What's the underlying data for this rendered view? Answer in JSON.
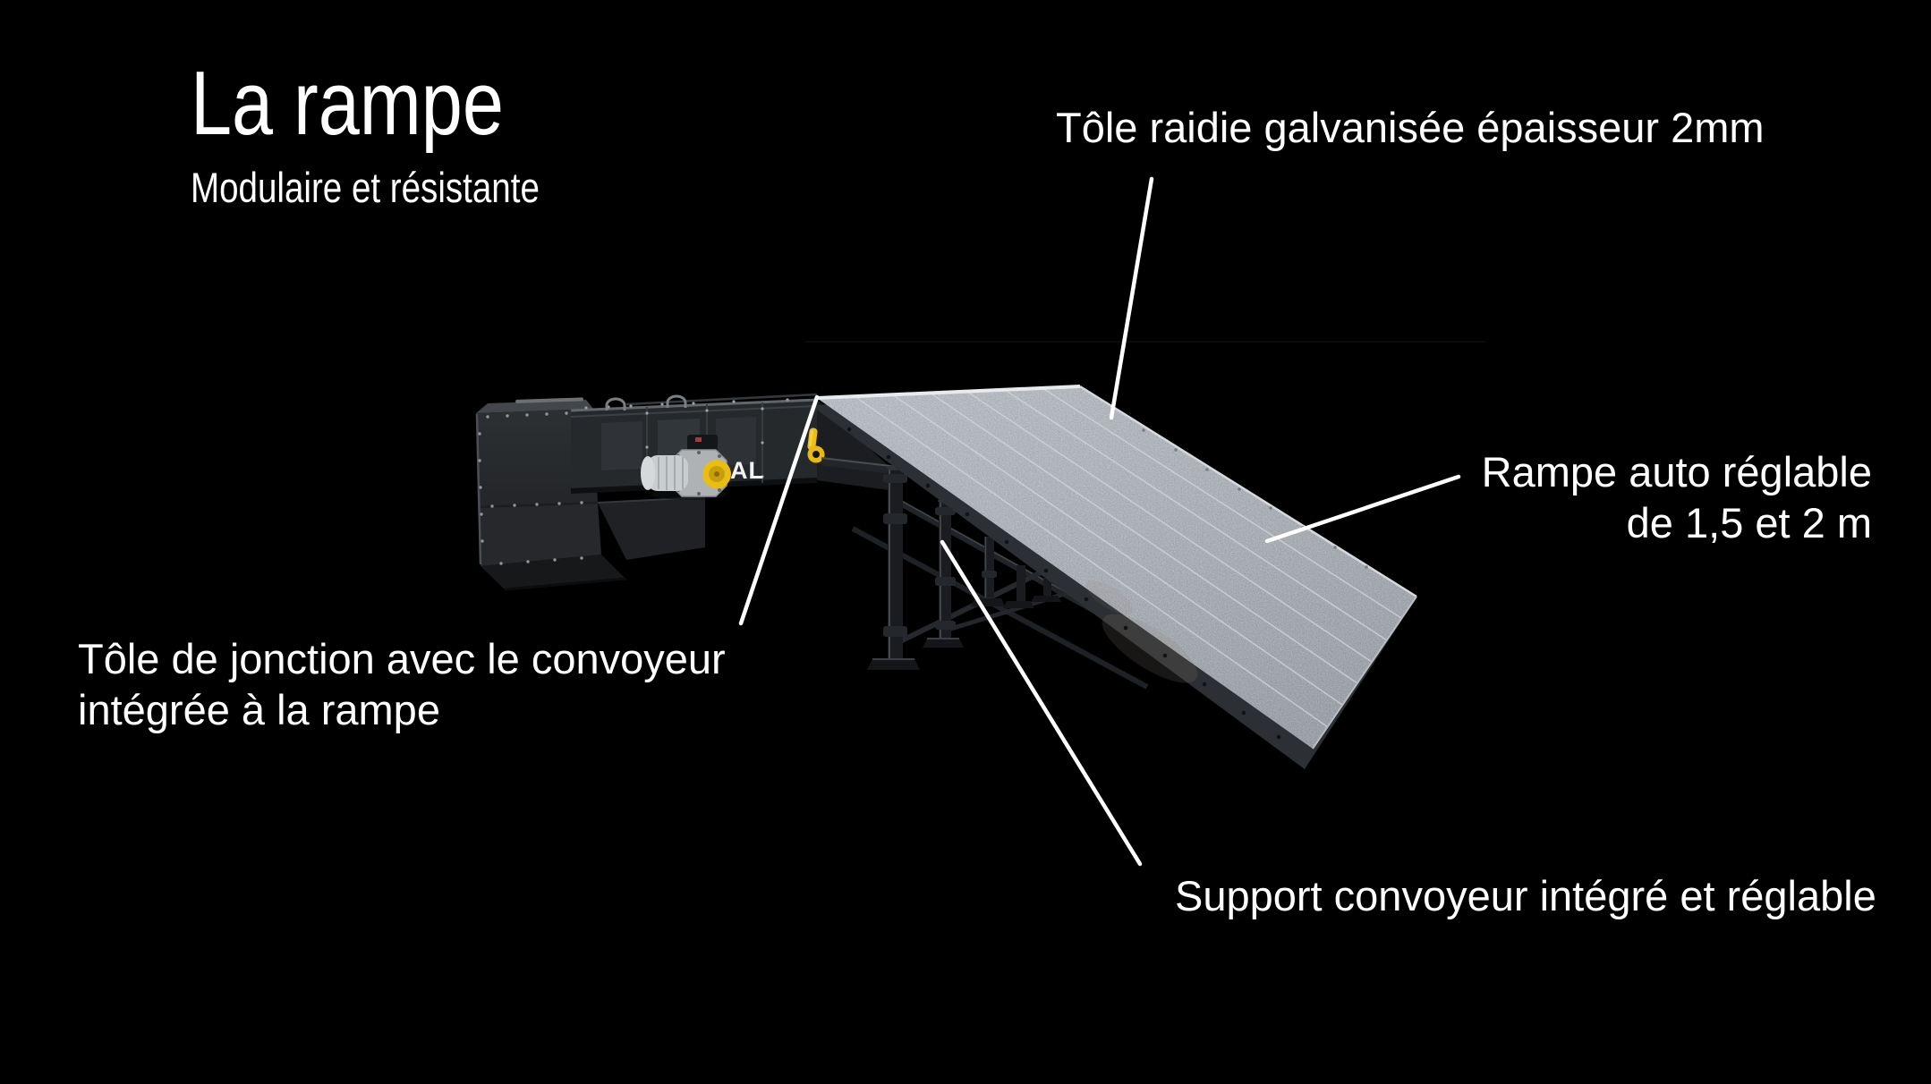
{
  "slide": {
    "title": "La rampe",
    "subtitle": "Modulaire et résistante",
    "background": "#000000",
    "text_color": "#ffffff"
  },
  "annotations": {
    "sheet": {
      "text": "Tôle raidie galvanisée épaisseur 2mm"
    },
    "ramp": {
      "line1": "Rampe auto réglable",
      "line2": "de 1,5 et 2 m"
    },
    "junction": {
      "line1": "Tôle de jonction avec le convoyeur",
      "line2": "intégrée à la rampe"
    },
    "support": {
      "text": "Support convoyeur intégré et réglable"
    }
  },
  "machine": {
    "brand_logo": "AL",
    "colors": {
      "ramp_surface": "#a3a9b0",
      "ramp_seam": "#d2d6db",
      "frame_dark": "#26292c",
      "support_dark": "#1a1c1f",
      "accent_yellow": "#e9bd12",
      "motor_gray": "#c9cdd0",
      "leader_line": "#ffffff"
    }
  }
}
